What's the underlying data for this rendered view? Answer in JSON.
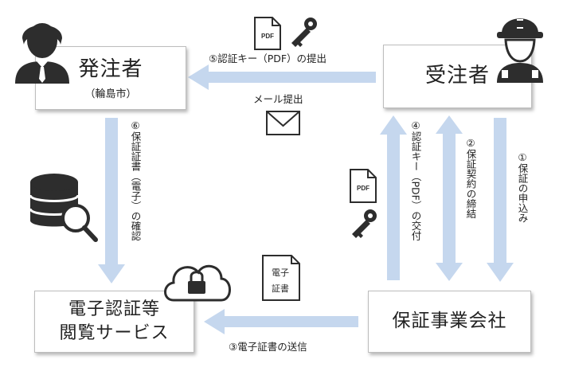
{
  "nodes": {
    "client": {
      "name": "発注者",
      "sub": "（輪島市）"
    },
    "contractor": {
      "name": "受注者"
    },
    "guarantor": {
      "name": "保証事業会社"
    },
    "service": {
      "line1": "電子認証等",
      "line2": "閲覧サービス"
    }
  },
  "flows": {
    "step1": "①保証の申込み",
    "step2": "②保証契約の締結",
    "step3": "③電子証書の送信",
    "step4": "④認証キー（PDF）の交付",
    "step5": "⑤認証キー（PDF）の提出",
    "step6": "⑥保証証書（電子）の確認",
    "mail": "メール提出"
  },
  "icons": {
    "pdf_label": "PDF",
    "certificate_line1": "電子",
    "certificate_line2": "証書"
  },
  "colors": {
    "arrow": "#c5d7ee",
    "icon": "#2d2d2d",
    "box_border": "#bdbdbd"
  }
}
